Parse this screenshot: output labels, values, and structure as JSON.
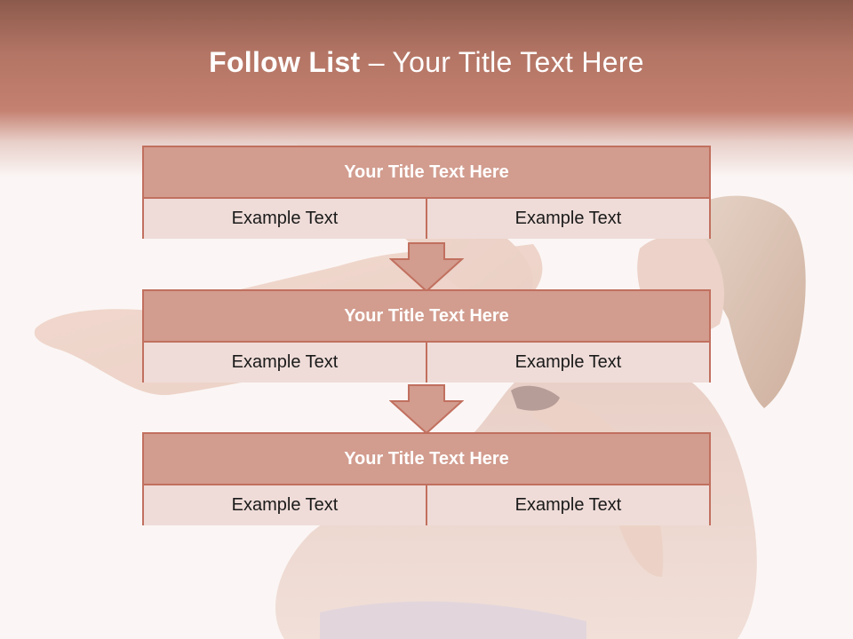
{
  "slide": {
    "title_bold": "Follow List",
    "title_rest": "– Your Title Text Here"
  },
  "blocks": [
    {
      "title": "Your Title Text Here",
      "left": "Example Text",
      "right": "Example Text"
    },
    {
      "title": "Your Title Text Here",
      "left": "Example Text",
      "right": "Example Text"
    },
    {
      "title": "Your Title Text Here",
      "left": "Example Text",
      "right": "Example Text"
    }
  ],
  "colors": {
    "header_top": "#8c5a4c",
    "header_band": "#c48070",
    "block_header": "#d29c8e",
    "block_border": "#c1705f",
    "cell_bg": "#efdcd8",
    "arrow_fill": "#d29c8e"
  }
}
